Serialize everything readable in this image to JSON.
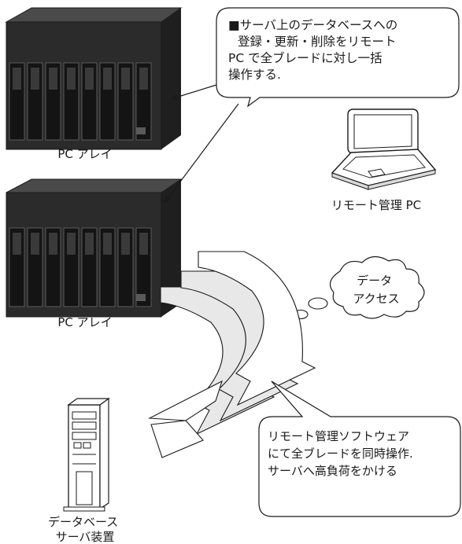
{
  "array_top": {
    "label": "PC アレイ"
  },
  "array_bottom": {
    "label": "PC アレイ"
  },
  "callout_top": {
    "lines": [
      "■サーバ上のデータベースへの",
      "登録・更新・削除をリモート",
      "PC で全ブレードに対し一括",
      "操作する."
    ]
  },
  "laptop": {
    "label": "リモート管理 PC"
  },
  "thought": {
    "lines": [
      "データ",
      "アクセス"
    ]
  },
  "callout_bottom": {
    "lines": [
      "リモート管理ソフトウェア",
      "にて全ブレードを同時操作.",
      "サーバへ高負荷をかける"
    ]
  },
  "server": {
    "lines": [
      "データベース",
      "サーバ装置"
    ]
  },
  "colors": {
    "line": "#1a1a1a",
    "chassis_dark": "#2b2b2b",
    "chassis_top": "#4a4a4a",
    "arrow_fill": "#e8e8e8"
  }
}
